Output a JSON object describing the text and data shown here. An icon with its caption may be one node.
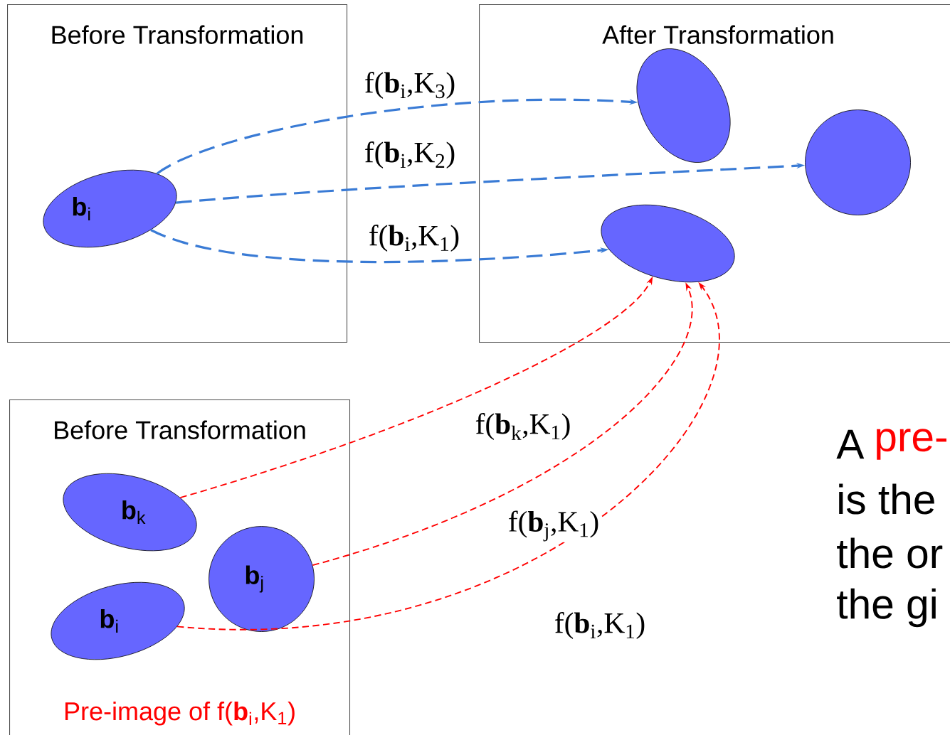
{
  "diagram": {
    "nodes": [
      {
        "text": [
          "Before Transformation"
        ]
      },
      {
        "text": [
          "After Transformation"
        ]
      },
      {
        "text": [
          "**b**$_{i}$"
        ],
        "in": 0
      },
      {
        "text": [],
        "shape": "ellipse",
        "in": 1
      },
      {
        "text": [],
        "shape": "circle",
        "in": 1
      },
      {
        "text": [],
        "shape": "ellipse",
        "in": 1
      },
      {
        "text": [
          "Before Transformation",
          "Pre-image of f(**b**$_{i}$,K$_{1}$)"
        ]
      },
      {
        "text": [
          "**b**$_{k}$"
        ],
        "in": 6
      },
      {
        "text": [
          "**b**$_{j}$"
        ],
        "in": 6
      },
      {
        "text": [
          "**b**$_{i}$"
        ],
        "in": 6
      }
    ],
    "edges": [
      {
        "from": 2,
        "to": 3,
        "arrow": "to",
        "style": "dashed",
        "label": "f(**b**$_{i}$,K$_{3}$)"
      },
      {
        "from": 2,
        "to": 4,
        "arrow": "to",
        "style": "dashed",
        "label": "f(**b**$_{i}$,K$_{2}$)"
      },
      {
        "from": 2,
        "to": 5,
        "arrow": "to",
        "style": "dashed",
        "label": "f(**b**$_{i}$,K$_{1}$)"
      },
      {
        "from": 7,
        "to": 5,
        "arrow": "to",
        "style": "dashed",
        "color": "#ff0000",
        "label": "f(**b**$_{k}$,K$_{1}$)"
      },
      {
        "from": 8,
        "to": 5,
        "arrow": "to",
        "style": "dashed",
        "color": "#ff0000",
        "label": "f(**b**$_{j}$,K$_{1}$)"
      },
      {
        "from": 9,
        "to": 5,
        "arrow": "to",
        "style": "dashed",
        "color": "#ff0000",
        "label": "f(**b**$_{i}$,K$_{1}$)"
      }
    ],
    "labels": [
      "A",
      "pre-",
      "is the",
      "the or",
      "the gi"
    ]
  }
}
